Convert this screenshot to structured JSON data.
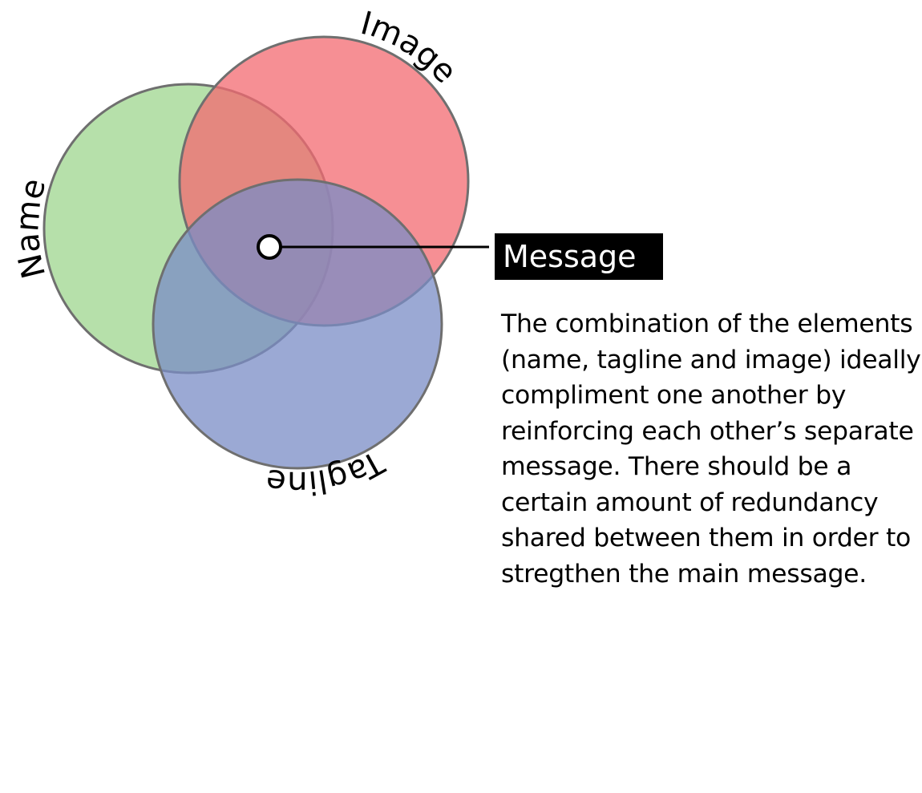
{
  "diagram": {
    "type": "venn",
    "sets": [
      {
        "label": "Name",
        "color": "#b3dea5"
      },
      {
        "label": "Image",
        "color": "#f59094"
      },
      {
        "label": "Tagline",
        "color": "#9aa8d2"
      }
    ],
    "center_label": "Message",
    "description": "The combination of the elements (name, tagline and image) ideally compliment one another by reinforcing each other’s separate message. There should be a certain amount of redundancy shared between them in order to stregthen the main message."
  }
}
